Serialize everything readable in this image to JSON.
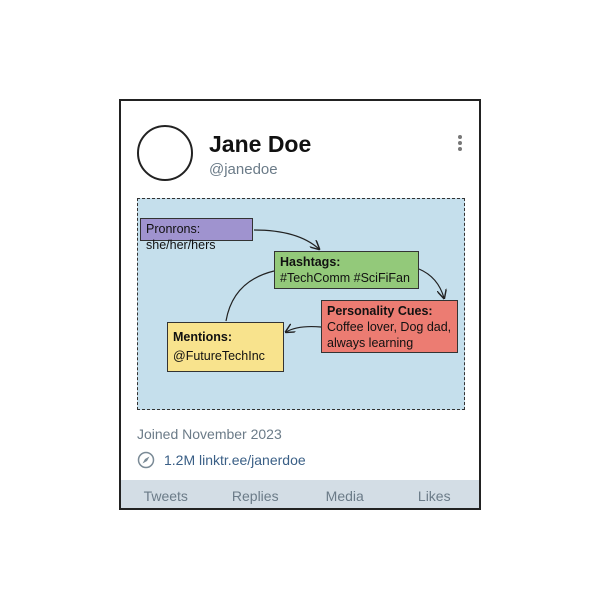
{
  "profile": {
    "name": "Jane Doe",
    "handle": "@janedoe",
    "joined": "Joined November 2023",
    "link_text": "1.2M linktr.ee/janerdoe"
  },
  "annotation": {
    "pronouns": {
      "label": "Pronrons:",
      "value": "she/her/hers"
    },
    "hashtags": {
      "label": "Hashtags:",
      "value": "#TechComm #SciFiFan"
    },
    "personality": {
      "label": "Personality Cues:",
      "value_line1": "Coffee lover, Dog dad,",
      "value_line2": "always learning"
    },
    "mentions": {
      "label": "Mentions:",
      "value": "@FutureTechInc"
    }
  },
  "tabs": [
    "Tweets",
    "Replies",
    "Media",
    "Likes"
  ],
  "icons": {
    "menu": "more-vertical-icon",
    "link": "compass-icon"
  },
  "colors": {
    "panel": "#c5dfec",
    "pronouns": "#9f93cf",
    "hashtags": "#93c97a",
    "personality": "#ec7c72",
    "mentions": "#f8e38d",
    "tab_bar": "#d3dde5",
    "link": "#3a5f86"
  }
}
